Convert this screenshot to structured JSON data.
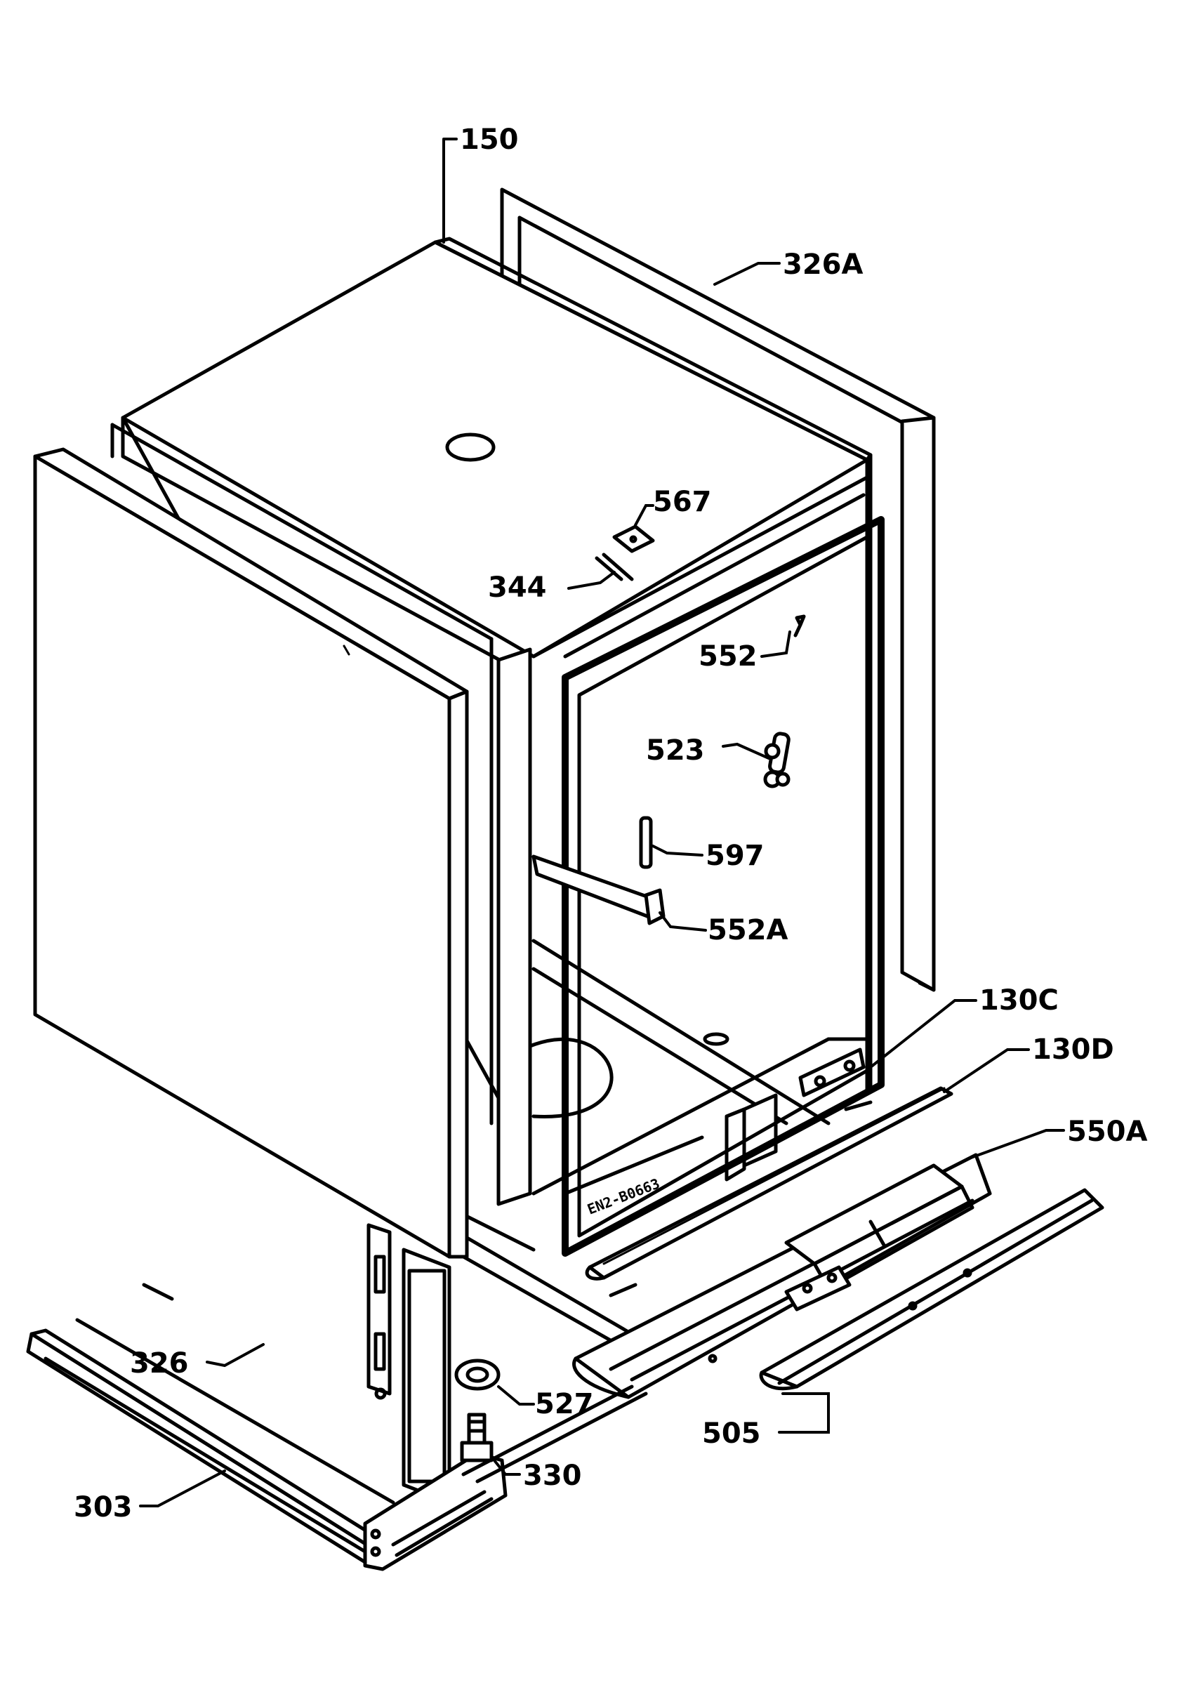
{
  "diagram": {
    "type": "exploded-parts-view",
    "callouts": [
      {
        "id": "150",
        "label": "150"
      },
      {
        "id": "326a",
        "label": "326A"
      },
      {
        "id": "567",
        "label": "567"
      },
      {
        "id": "344",
        "label": "344"
      },
      {
        "id": "552",
        "label": "552"
      },
      {
        "id": "523",
        "label": "523"
      },
      {
        "id": "597",
        "label": "597"
      },
      {
        "id": "552a",
        "label": "552A"
      },
      {
        "id": "130c",
        "label": "130C"
      },
      {
        "id": "130d",
        "label": "130D"
      },
      {
        "id": "550a",
        "label": "550A"
      },
      {
        "id": "326",
        "label": "326"
      },
      {
        "id": "527",
        "label": "527"
      },
      {
        "id": "505",
        "label": "505"
      },
      {
        "id": "303",
        "label": "303"
      },
      {
        "id": "330",
        "label": "330"
      }
    ],
    "stamp_text": "EN2-B0663"
  }
}
